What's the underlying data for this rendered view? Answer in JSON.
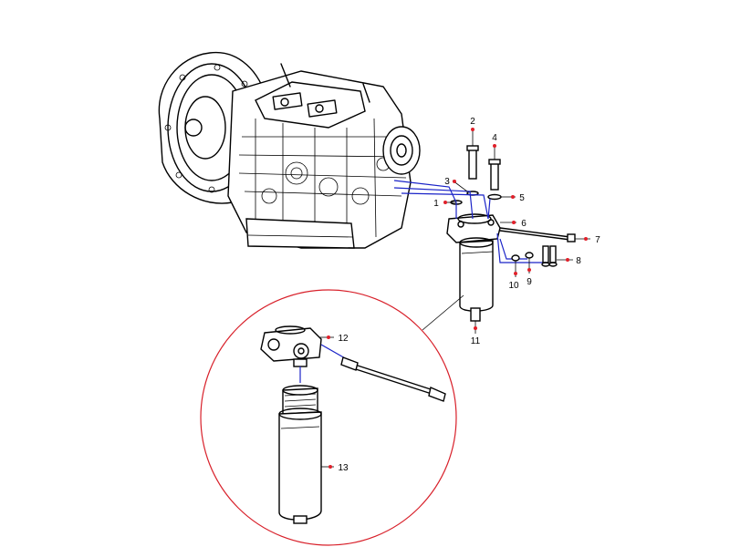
{
  "callouts": [
    {
      "id": "c1",
      "label": "1"
    },
    {
      "id": "c2",
      "label": "2"
    },
    {
      "id": "c3",
      "label": "3"
    },
    {
      "id": "c4",
      "label": "4"
    },
    {
      "id": "c5",
      "label": "5"
    },
    {
      "id": "c6",
      "label": "6"
    },
    {
      "id": "c7",
      "label": "7"
    },
    {
      "id": "c8",
      "label": "8"
    },
    {
      "id": "c9",
      "label": "9"
    },
    {
      "id": "c10",
      "label": "10"
    },
    {
      "id": "c11",
      "label": "11"
    },
    {
      "id": "c12",
      "label": "12"
    },
    {
      "id": "c13",
      "label": "13"
    }
  ],
  "colors": {
    "line": "#000000",
    "hose": "#1a23c8",
    "detail_circle": "#d8202a",
    "callout_dot": "#e0202a"
  }
}
